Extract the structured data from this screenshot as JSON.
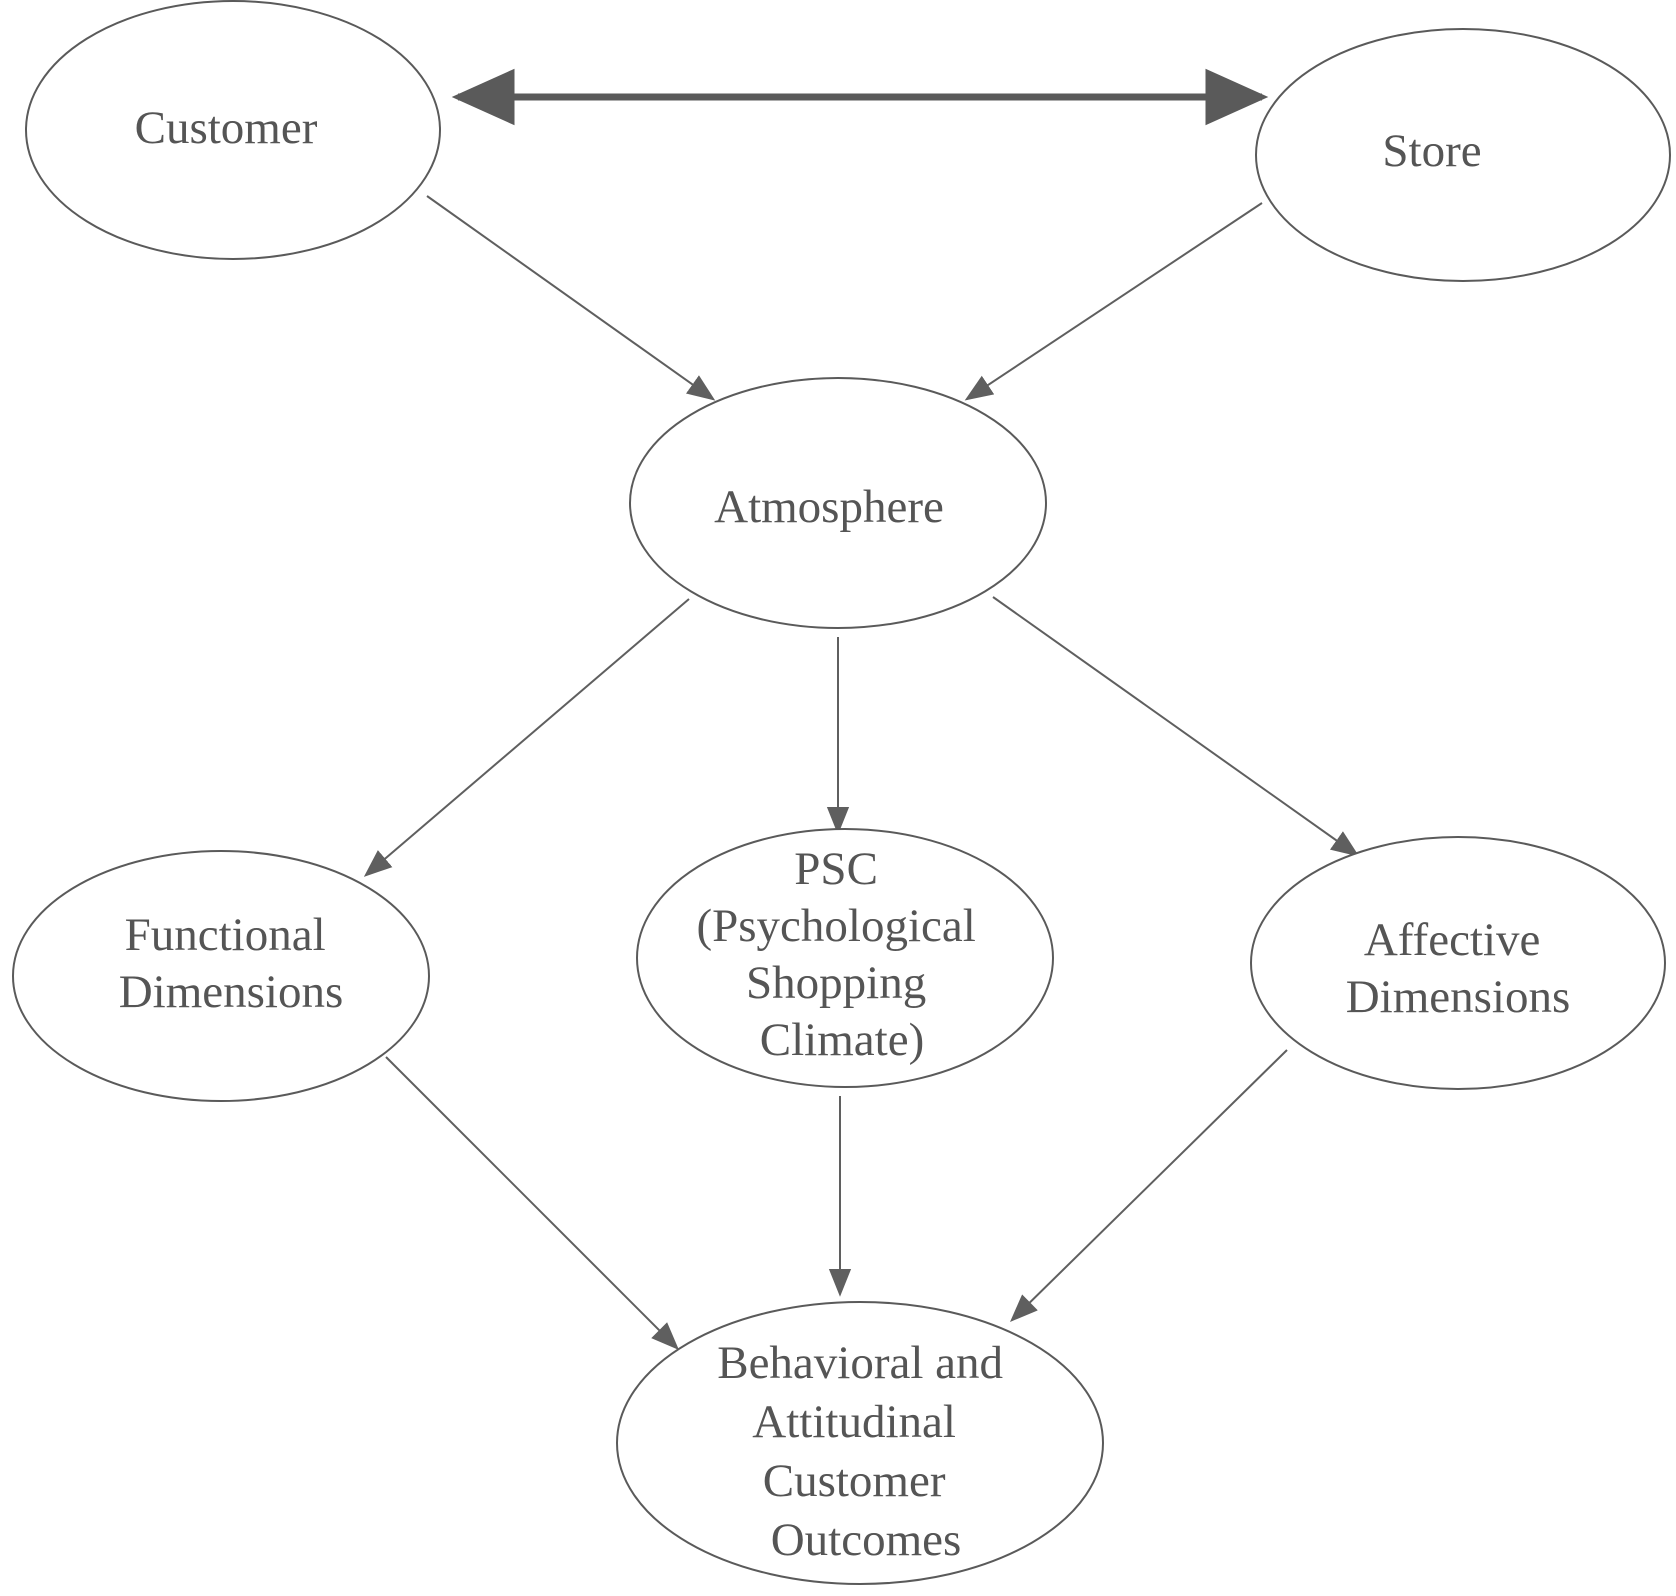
{
  "diagram": {
    "nodes": {
      "customer": {
        "lines": [
          "Customer"
        ]
      },
      "store": {
        "lines": [
          "Store"
        ]
      },
      "atmosphere": {
        "lines": [
          "Atmosphere"
        ]
      },
      "functional": {
        "lines": [
          "Functional",
          "Dimensions"
        ]
      },
      "psc": {
        "lines": [
          "PSC",
          "(Psychological",
          "Shopping",
          "Climate)"
        ]
      },
      "affective": {
        "lines": [
          "Affective",
          "Dimensions"
        ]
      },
      "outcomes": {
        "lines": [
          "Behavioral and",
          "Attitudinal",
          "Customer",
          "Outcomes"
        ]
      }
    },
    "edges": [
      {
        "from": "customer",
        "to": "store",
        "direction": "both"
      },
      {
        "from": "customer",
        "to": "atmosphere",
        "direction": "forward"
      },
      {
        "from": "store",
        "to": "atmosphere",
        "direction": "forward"
      },
      {
        "from": "atmosphere",
        "to": "functional",
        "direction": "forward"
      },
      {
        "from": "atmosphere",
        "to": "psc",
        "direction": "forward"
      },
      {
        "from": "atmosphere",
        "to": "affective",
        "direction": "forward"
      },
      {
        "from": "functional",
        "to": "outcomes",
        "direction": "forward"
      },
      {
        "from": "psc",
        "to": "outcomes",
        "direction": "forward"
      },
      {
        "from": "affective",
        "to": "outcomes",
        "direction": "forward"
      }
    ],
    "colors": {
      "stroke": "#5a5a5a",
      "text": "#555555",
      "background": "#ffffff"
    }
  }
}
